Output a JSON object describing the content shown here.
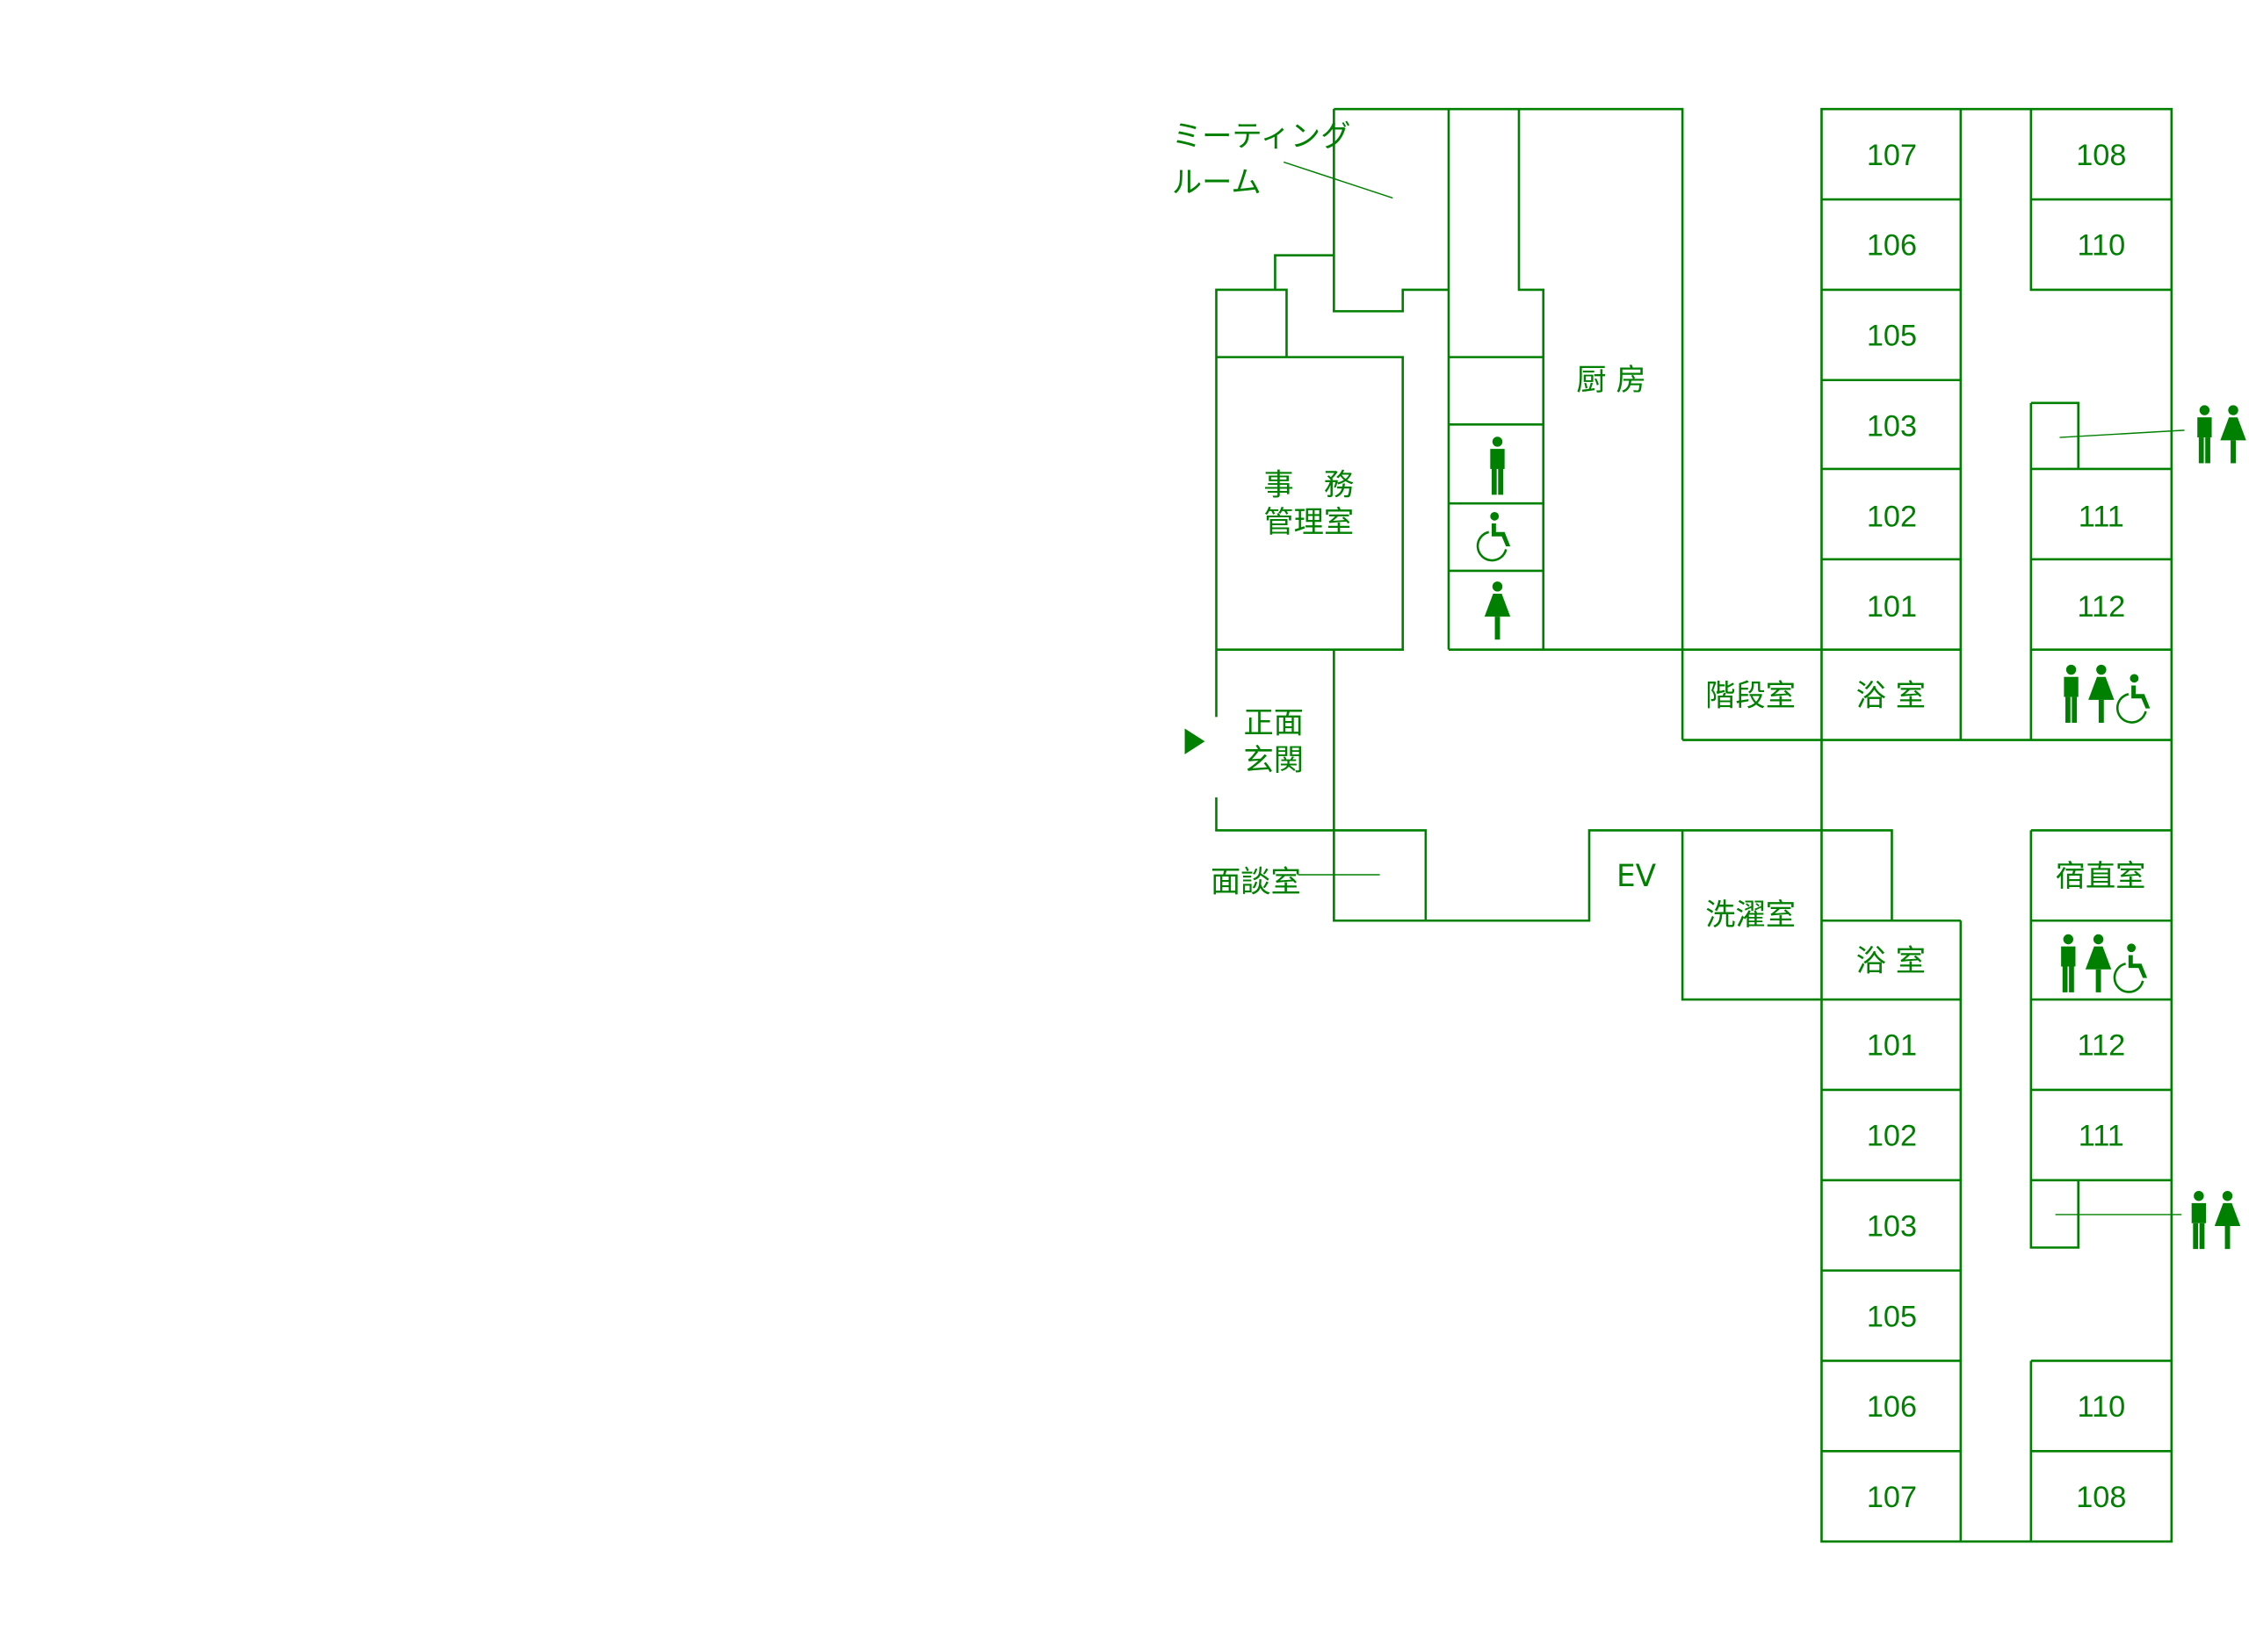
{
  "color": "#008000",
  "labels": {
    "meeting_1": "ミーティング",
    "meeting_2": "ルーム",
    "kitchen": "厨 房",
    "office_1": "事　務",
    "office_2": "管理室",
    "entrance_1": "正面",
    "entrance_2": "玄関",
    "interview": "面談室",
    "ev": "EV",
    "laundry": "洗濯室",
    "stairs": "階段室",
    "bath": "浴 室",
    "night_duty": "宿直室"
  },
  "rooms_upper_left": [
    "107",
    "106",
    "105",
    "103",
    "102",
    "101"
  ],
  "rooms_upper_right": [
    "108",
    "110",
    "111",
    "112"
  ],
  "rooms_lower_left": [
    "101",
    "102",
    "103",
    "105",
    "106",
    "107"
  ],
  "rooms_lower_right": [
    "112",
    "111",
    "110",
    "108"
  ],
  "icons": [
    "male-toilet-icon",
    "female-toilet-icon",
    "wheelchair-icon",
    "entrance-arrow-icon"
  ]
}
